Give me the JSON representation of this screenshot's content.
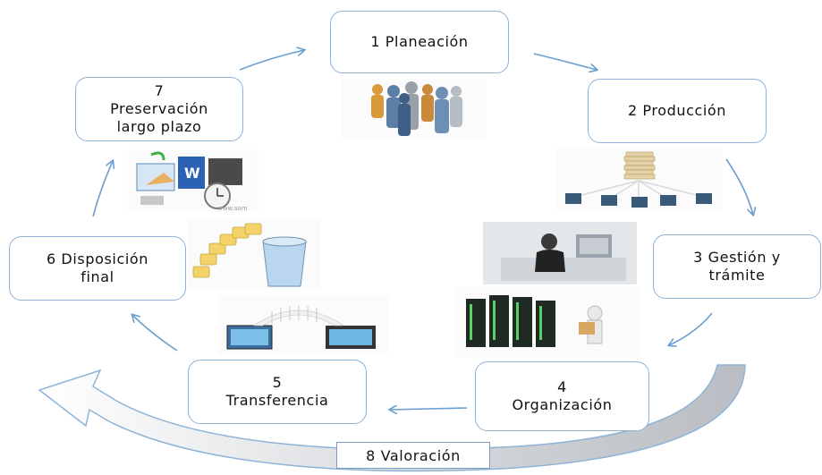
{
  "colors": {
    "arrow": "#6b9fcf",
    "box_border": "#8fb3d6",
    "big_arrow_fill": "#c8cbd0"
  },
  "steps": [
    {
      "text": "1 Planeación"
    },
    {
      "text": "2 Producción"
    },
    {
      "text": "3 Gestión y\ntrámite"
    },
    {
      "text": "4\nOrganización"
    },
    {
      "text": "5\nTransferencia"
    },
    {
      "text": "6 Disposición\nfinal"
    },
    {
      "text": "7\nPreservación\nlargo plazo"
    }
  ],
  "valoracion": {
    "text": "8 Valoración"
  },
  "images": [
    {
      "name": "people-group-image"
    },
    {
      "name": "network-computers-image"
    },
    {
      "name": "office-worker-image"
    },
    {
      "name": "servers-boxes-image"
    },
    {
      "name": "transfer-files-image"
    },
    {
      "name": "folders-recycle-bin-image"
    },
    {
      "name": "backup-documents-image"
    }
  ],
  "watermark": "www.som"
}
